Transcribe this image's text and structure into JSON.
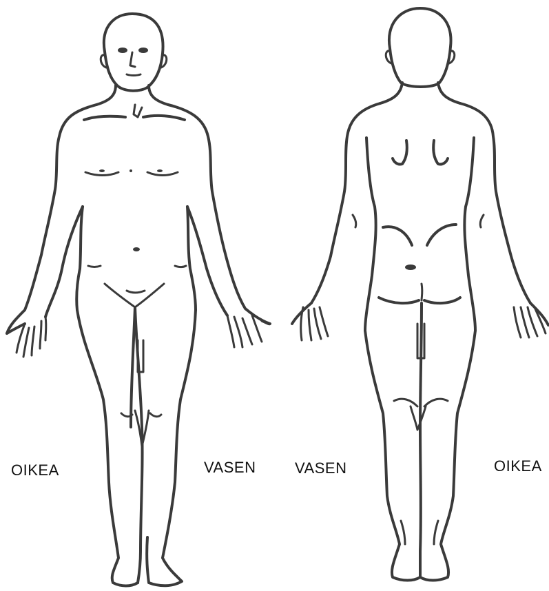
{
  "labels": {
    "front_right": "OIKEA",
    "front_left": "VASEN",
    "back_left": "VASEN",
    "back_right": "OIKEA"
  },
  "colors": {
    "outline": "#3a3a3a",
    "background": "#ffffff",
    "text": "#111111"
  }
}
